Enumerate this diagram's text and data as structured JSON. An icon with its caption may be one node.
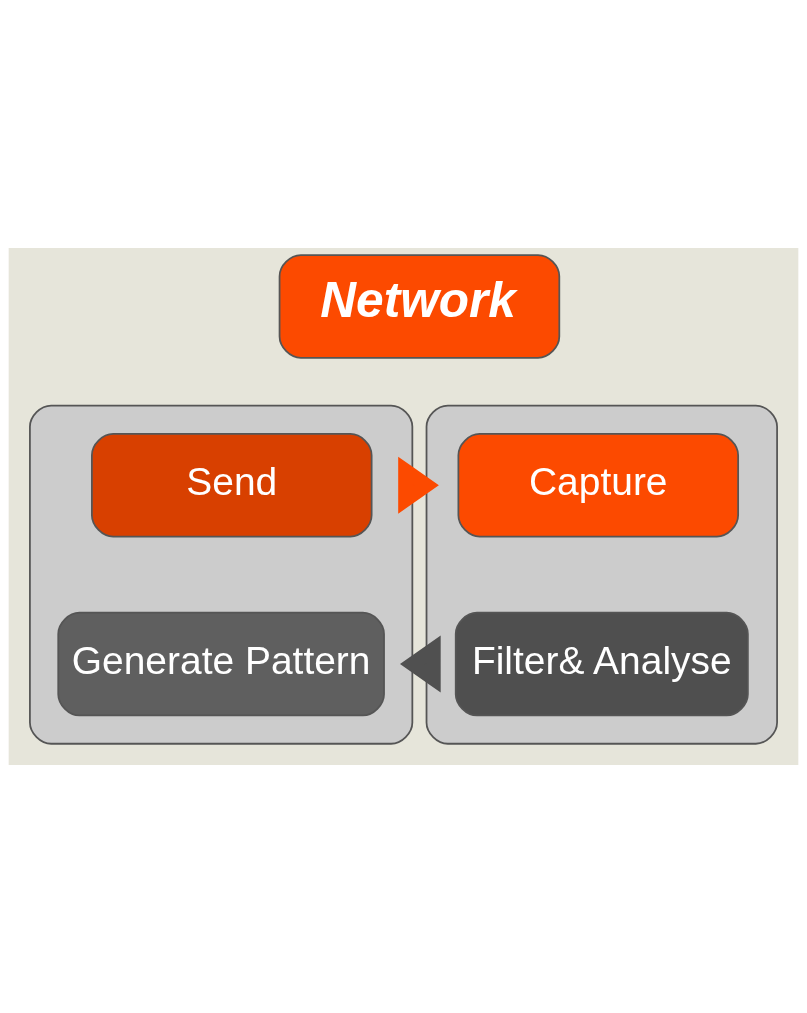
{
  "diagram": {
    "nodes": [
      {
        "text": [
          "Network"
        ]
      },
      {
        "text": [],
        "shape": "box"
      },
      {
        "text": [
          "Send"
        ],
        "in": 1
      },
      {
        "text": [
          "Generate Pattern"
        ],
        "in": 1
      },
      {
        "text": [],
        "shape": "box"
      },
      {
        "text": [
          "Capture"
        ],
        "in": 4
      },
      {
        "text": [
          "Filter& Analyse"
        ],
        "in": 4
      }
    ],
    "edges": [
      {
        "from": 1,
        "to": 4,
        "arrow": "to",
        "style": "thick",
        "color": "#fc4a00"
      },
      {
        "from": 4,
        "to": 1,
        "arrow": "to",
        "style": "thick",
        "color": "#505050"
      }
    ]
  }
}
